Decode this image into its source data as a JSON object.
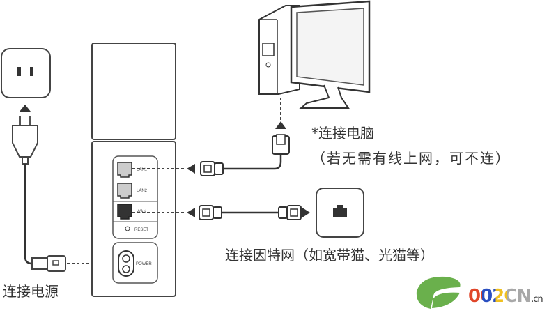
{
  "labels": {
    "connect_pc": "*连接电脑",
    "connect_pc_note": "（若无需有线上网，可不连）",
    "connect_internet": "连接因特网（如宽带猫、光猫等）",
    "connect_power": "连接电源"
  },
  "router_ports": {
    "lan1": "LAN1",
    "lan2": "LAN2",
    "wan": "WAN",
    "reset": "RESET",
    "power": "POWER"
  },
  "watermark": {
    "text": "002CN",
    "suffix": ".cn",
    "colors": [
      "#e0462a",
      "#2a4fc0",
      "#f0c020",
      "#a0a0a0",
      "#a0a0a0",
      "#6ab04c"
    ]
  },
  "icons": [
    "power-outlet-icon",
    "power-plug-icon",
    "router-icon",
    "computer-icon",
    "ethernet-connector-icon",
    "modem-icon",
    "arrow-icon"
  ]
}
